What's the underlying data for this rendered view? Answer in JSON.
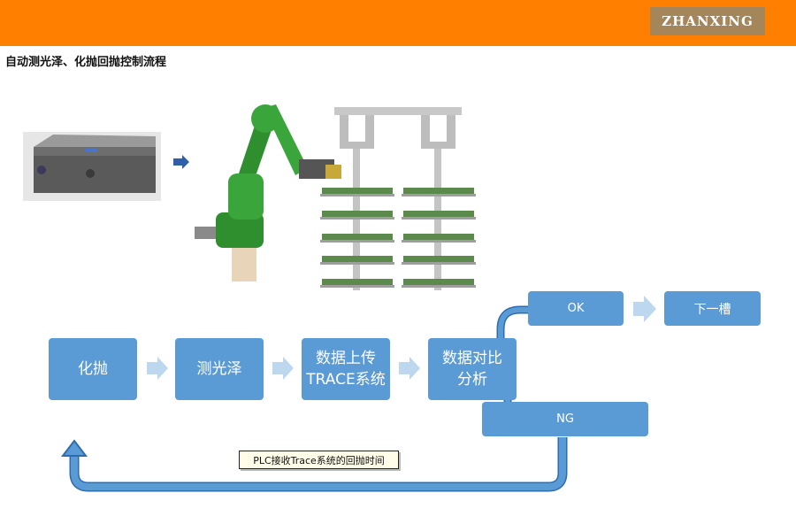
{
  "header": {
    "logo_text": "ZHANXING",
    "accent_color": "#ff7f00"
  },
  "page": {
    "title": "自动测光泽、化抛回抛控制流程"
  },
  "flow": {
    "step_polish": "化抛",
    "step_measure": "测光泽",
    "step_upload_line1": "数据上传",
    "step_upload_line2": "TRACE系统",
    "step_compare_line1": "数据对比",
    "step_compare_line2": "分析",
    "result_ok": "OK",
    "result_ng": "NG",
    "next_slot": "下一槽",
    "feedback_note": "PLC接收Trace系统的回抛时间"
  },
  "colors": {
    "box": "#5b9bd5",
    "arrow": "#bdd7ee"
  }
}
